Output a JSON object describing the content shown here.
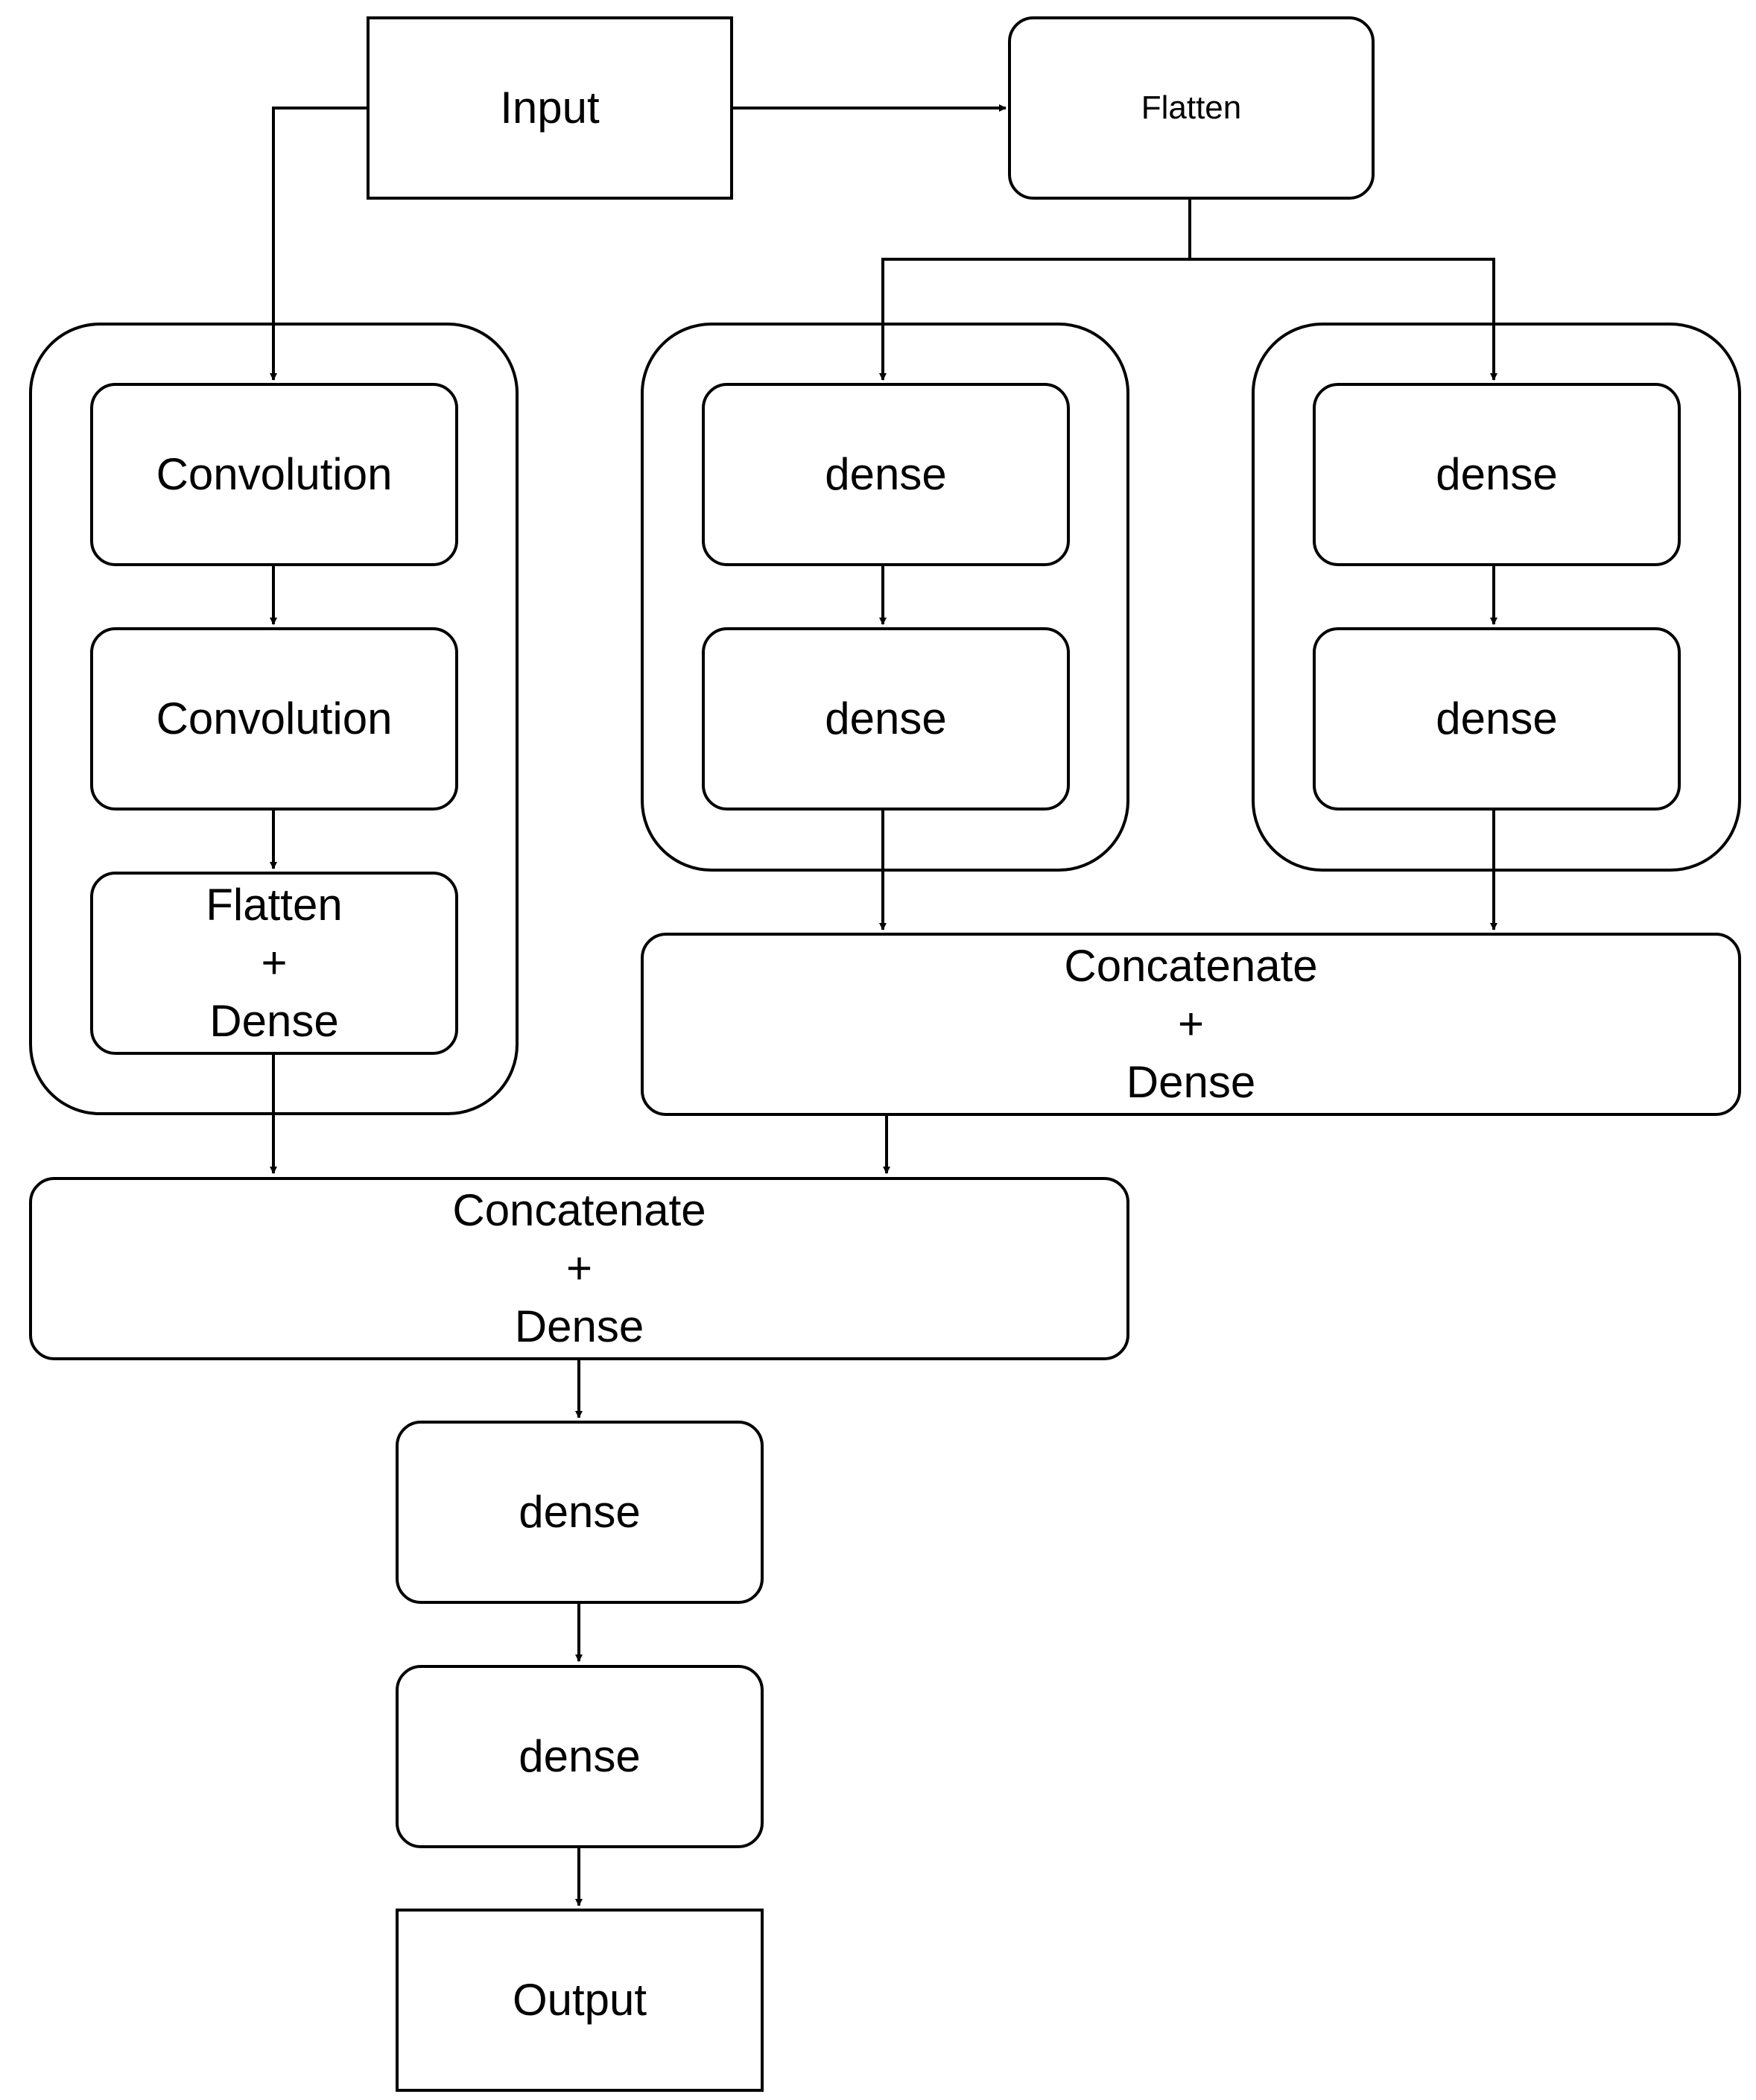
{
  "diagram": {
    "input": "Input",
    "flatten_top": "Flatten",
    "conv_branch": {
      "conv1": "Convolution",
      "conv2": "Convolution",
      "flatten_dense": [
        "Flatten",
        "+",
        "Dense"
      ]
    },
    "dense_branch_a": {
      "dense1": "dense",
      "dense2": "dense"
    },
    "dense_branch_b": {
      "dense1": "dense",
      "dense2": "dense"
    },
    "concat_right": [
      "Concatenate",
      "+",
      "Dense"
    ],
    "concat_main": [
      "Concatenate",
      "+",
      "Dense"
    ],
    "head": {
      "dense1": "dense",
      "dense2": "dense"
    },
    "output": "Output"
  }
}
